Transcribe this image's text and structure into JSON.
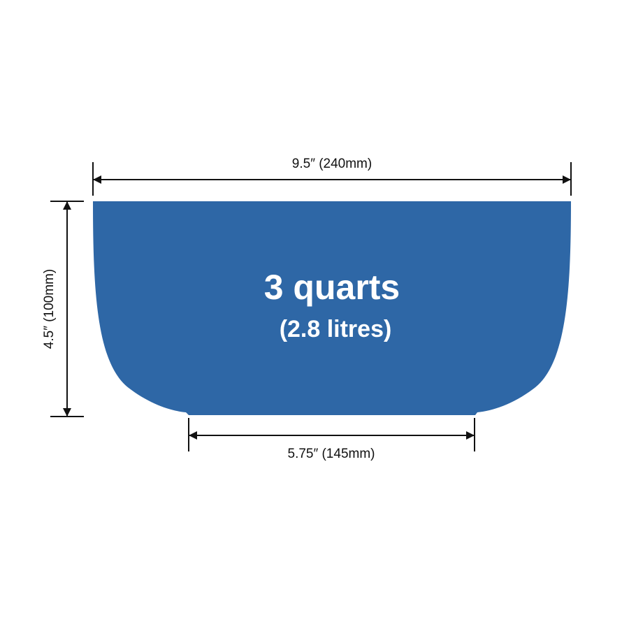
{
  "colors": {
    "bowl_fill": "#2e67a6",
    "dimension_line": "#111111",
    "capacity_text": "#ffffff",
    "background": "#ffffff"
  },
  "bowl": {
    "capacity_main": "3 quarts",
    "capacity_sub": "(2.8 litres)"
  },
  "dimensions": {
    "top_width": "9.5″ (240mm)",
    "height": "4.5″ (100mm)",
    "base_width": "5.75″ (145mm)"
  },
  "icons": {
    "arrowhead": "arrowhead-icon"
  }
}
